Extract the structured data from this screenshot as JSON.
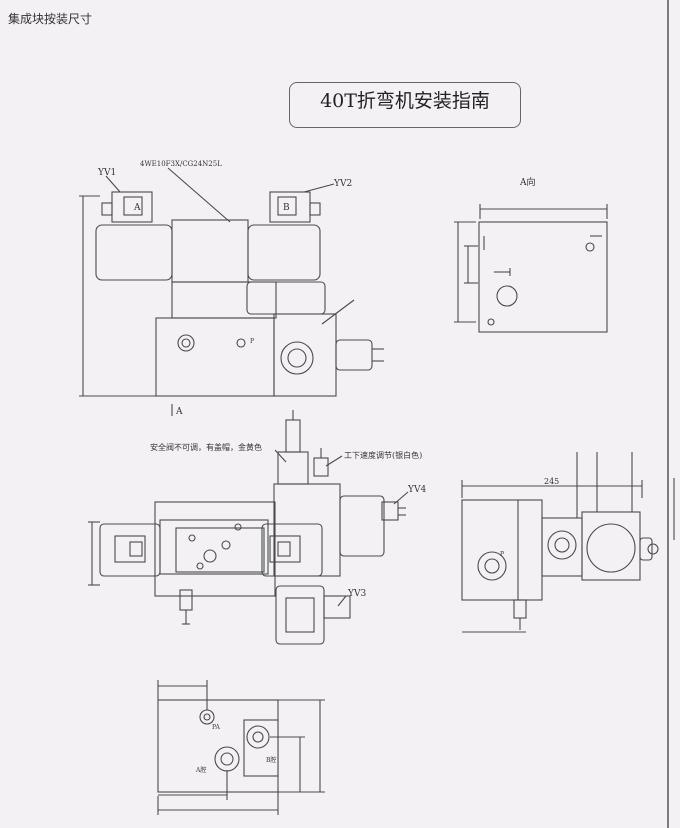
{
  "header": {
    "corner_title": "集成块按装尺寸",
    "main_title": "40T折弯机安装指南"
  },
  "labels": {
    "yv1": "YV1",
    "yv2": "YV2",
    "yv3": "YV3",
    "yv4": "YV4",
    "valve_model": "4WE10F3X/CG24N25L",
    "view_a": "A向",
    "view_marker": "A",
    "safety_valve_note": "安全阀不可调，有盖帽，金黄色",
    "speed_note": "工下速度调节(银白色)",
    "dim_245": "245",
    "port_p": "P",
    "port_pa": "PA",
    "port_a": "A腔",
    "port_b": "B腔",
    "coil_a": "A",
    "coil_b": "B"
  },
  "colors": {
    "line": "#4a4a4a",
    "paper": "#f4f1f5"
  }
}
